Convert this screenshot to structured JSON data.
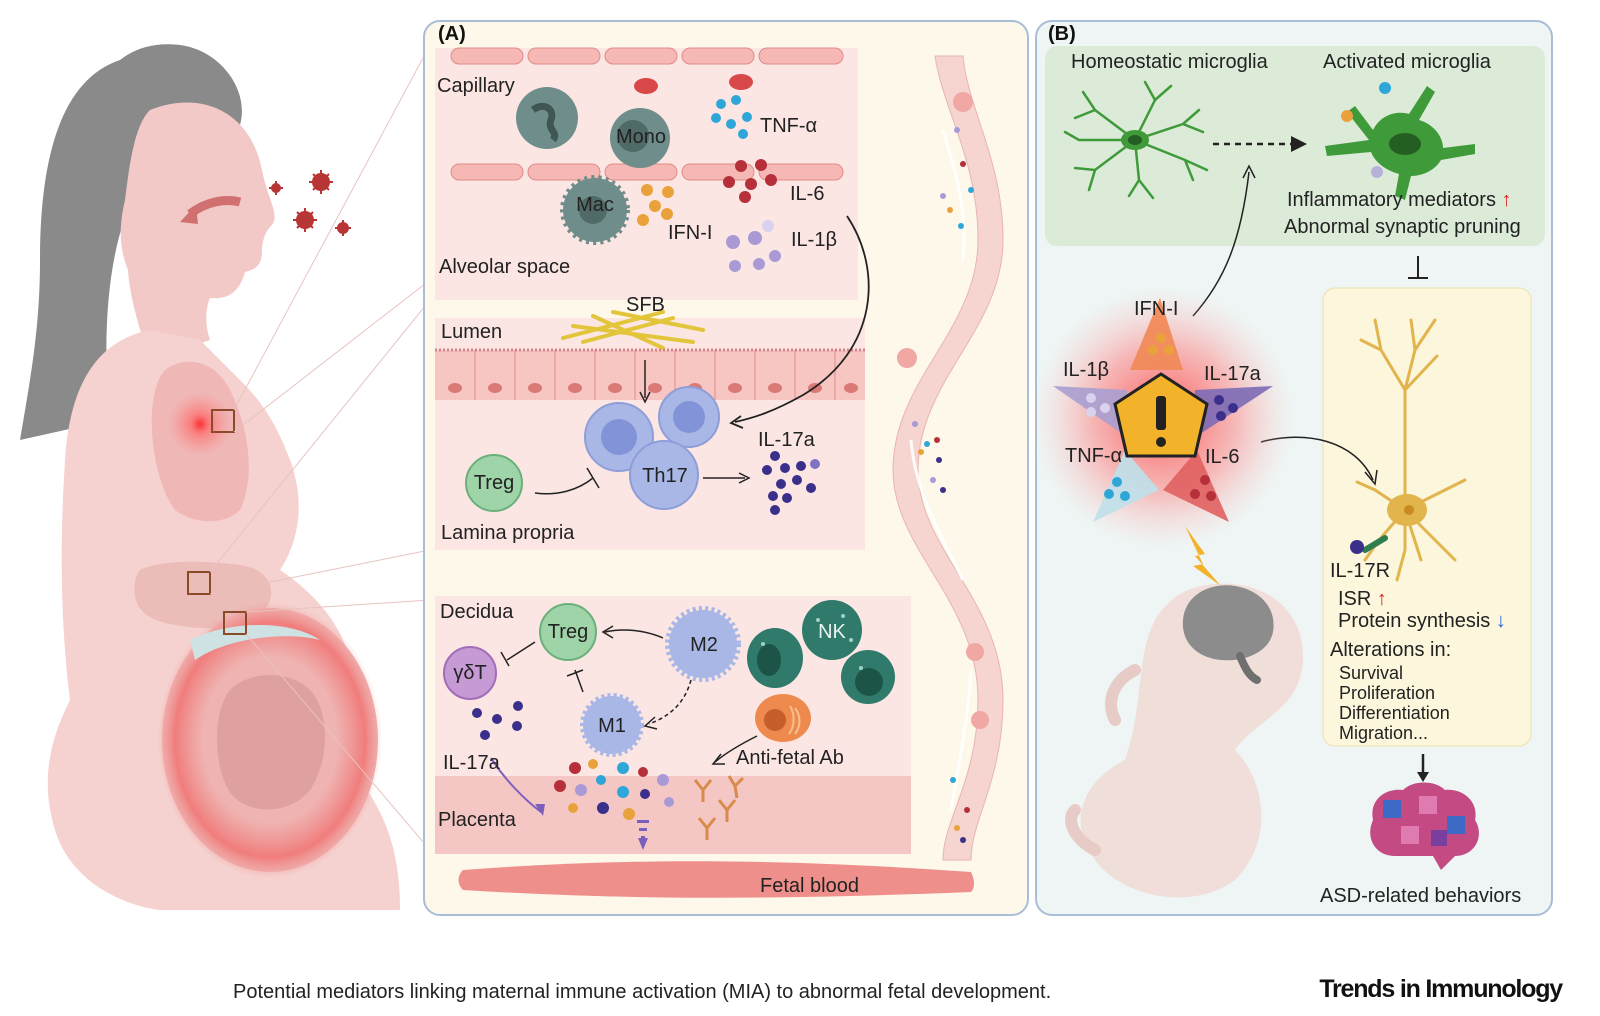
{
  "panel_a": {
    "title": "(A)",
    "lung": {
      "capillary": "Capillary",
      "alveolar_space": "Alveolar space",
      "cells": {
        "mono": "Mono",
        "mac": "Mac"
      },
      "cytokines": {
        "tnf": "TNF-α",
        "il6": "IL-6",
        "ifn": "IFN-I",
        "il1b": "IL-1β"
      }
    },
    "gut": {
      "lumen": "Lumen",
      "sfb": "SFB",
      "lamina_propria": "Lamina propria",
      "cells": {
        "treg": "Treg",
        "th17": "Th17"
      },
      "il17a": "IL-17a"
    },
    "placenta": {
      "decidua": "Decidua",
      "placenta": "Placenta",
      "fetal_blood": "Fetal blood",
      "cells": {
        "treg": "Treg",
        "gdt": "γδT",
        "m2": "M2",
        "m1": "M1",
        "nk": "NK"
      },
      "il17a": "IL-17a",
      "anti_fetal_ab": "Anti-fetal Ab"
    }
  },
  "panel_b": {
    "title": "(B)",
    "homeostatic": "Homeostatic microglia",
    "activated": "Activated microglia",
    "inflammatory": "Inflammatory mediators",
    "pruning": "Abnormal synaptic pruning",
    "star": {
      "ifn": "IFN-I",
      "il1b": "IL-1β",
      "il17a": "IL-17a",
      "tnf": "TNF-α",
      "il6": "IL-6"
    },
    "il17r": "IL-17R",
    "isr": "ISR",
    "protein": "Protein synthesis",
    "alterations": "Alterations in:",
    "alteration_items": [
      "Survival",
      "Proliferation",
      "Differentiation",
      "Migration..."
    ],
    "asd": "ASD-related behaviors"
  },
  "caption": "Potential mediators linking maternal immune activation (MIA) to abnormal fetal development.",
  "brand": "Trends in Immunology",
  "colors": {
    "panel_a_bg": "#fdf8ea",
    "panel_b_bg": "#eef5f4",
    "tissue_pink": "#fbe6e4",
    "microglia_green": "#3f9a3a",
    "neuron_gold": "#e2b44c",
    "alert_yellow": "#f2b32b"
  }
}
